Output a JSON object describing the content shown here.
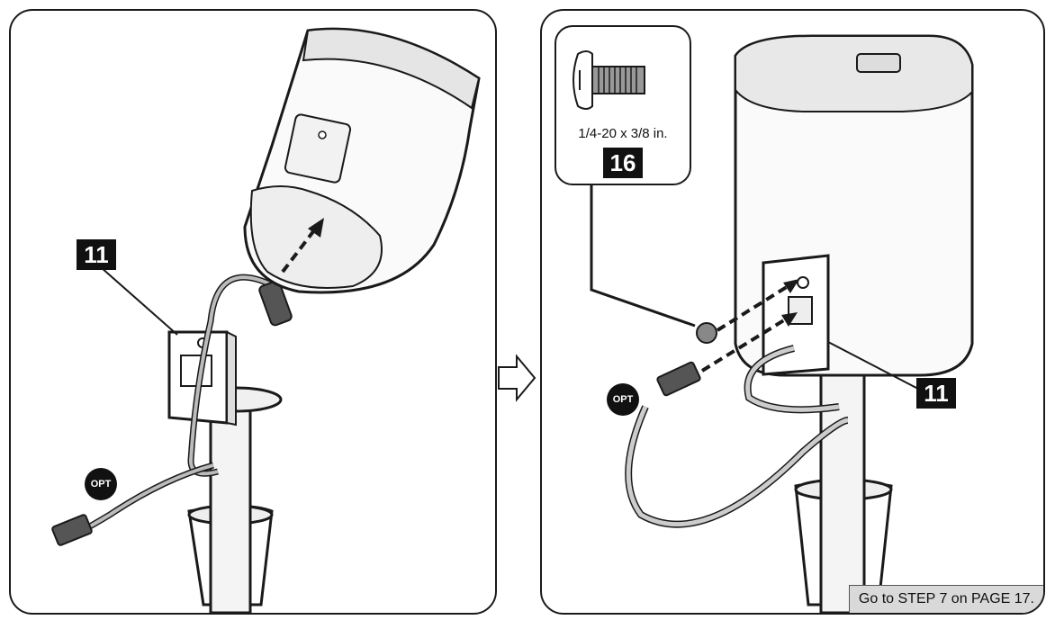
{
  "step_left": {
    "part_callout": "11",
    "opt_badge": "OPT"
  },
  "step_right": {
    "screw_size": "1/4-20 x 3/8 in.",
    "screw_callout": "16",
    "part_callout": "11",
    "opt_badge": "OPT",
    "footer_note": "Go to STEP 7 on PAGE 17."
  },
  "icons": {
    "next_arrow": "arrow-right-outline-icon",
    "screw": "screw-icon"
  },
  "colors": {
    "outline": "#1a1a1a",
    "callout_bg": "#111111",
    "footer_bg": "#d9d9d9"
  }
}
